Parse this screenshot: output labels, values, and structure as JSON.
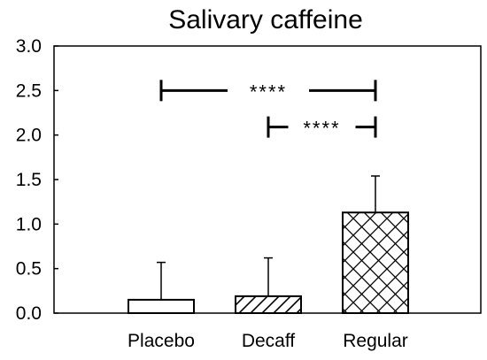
{
  "chart_data": {
    "type": "bar",
    "title": "Salivary caffeine",
    "xlabel": "",
    "ylabel": "",
    "categories": [
      "Placebo",
      "Decaff",
      "Regular"
    ],
    "values": [
      0.15,
      0.19,
      1.13
    ],
    "errors": [
      0.42,
      0.43,
      0.41
    ],
    "patterns": [
      "none",
      "diagonal",
      "crosshatch"
    ],
    "ylim": [
      0,
      3.0
    ],
    "yticks": [
      "0.0",
      "0.5",
      "1.0",
      "1.5",
      "2.0",
      "2.5",
      "3.0"
    ],
    "grid": false,
    "legend": "none",
    "annotations": [
      {
        "from": "Placebo",
        "to": "Regular",
        "y": 2.5,
        "label": "****"
      },
      {
        "from": "Decaff",
        "to": "Regular",
        "y": 2.09,
        "label": "****"
      }
    ]
  }
}
